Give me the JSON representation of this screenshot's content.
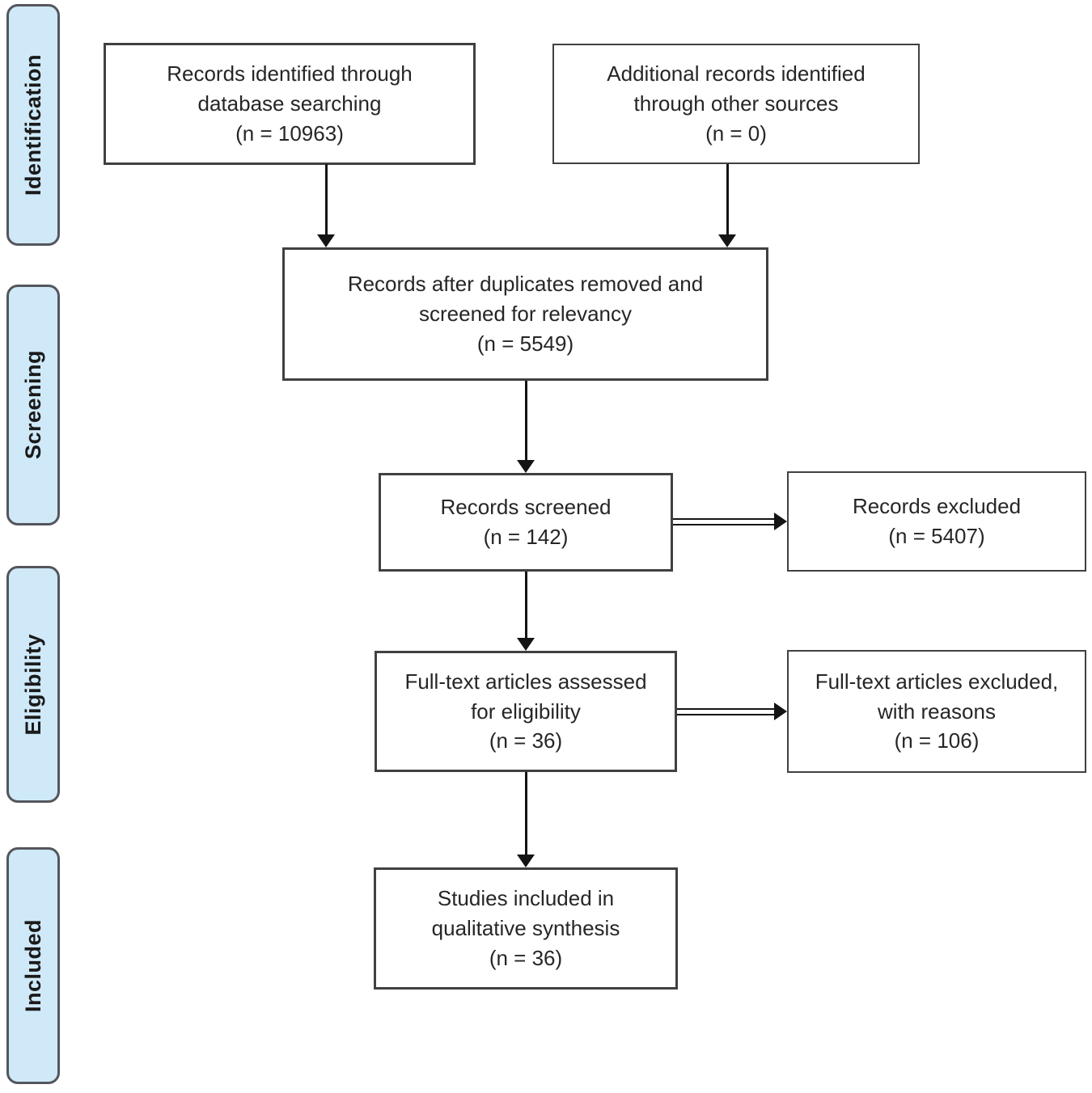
{
  "stages": {
    "identification": {
      "label": "Identification"
    },
    "screening": {
      "label": "Screening"
    },
    "eligibility": {
      "label": "Eligibility"
    },
    "included": {
      "label": "Included"
    }
  },
  "boxes": {
    "records_identified": {
      "lines": [
        "Records identified through",
        "database searching",
        "(n = 10963)"
      ],
      "n": 10963
    },
    "additional_records": {
      "lines": [
        "Additional records identified",
        "through other sources",
        "(n = 0)"
      ],
      "n": 0
    },
    "duplicates_removed": {
      "lines": [
        "Records after duplicates removed and",
        "screened for relevancy",
        "(n = 5549)"
      ],
      "n": 5549
    },
    "records_screened": {
      "lines": [
        "Records screened",
        "(n = 142)"
      ],
      "n": 142
    },
    "records_excluded": {
      "lines": [
        "Records excluded",
        "(n = 5407)"
      ],
      "n": 5407
    },
    "fulltext_assessed": {
      "lines": [
        "Full-text articles assessed",
        "for eligibility",
        "(n = 36)"
      ],
      "n": 36
    },
    "fulltext_excluded": {
      "lines": [
        "Full-text articles excluded,",
        "with reasons",
        "(n = 106)"
      ],
      "n": 106
    },
    "studies_included": {
      "lines": [
        "Studies included in",
        "qualitative synthesis",
        "(n = 36)"
      ],
      "n": 36
    }
  },
  "colors": {
    "stage_fill": "#cfe9f9",
    "stage_border": "#54565c",
    "box_border": "#404040",
    "arrow": "#141414",
    "text": "#262626"
  }
}
